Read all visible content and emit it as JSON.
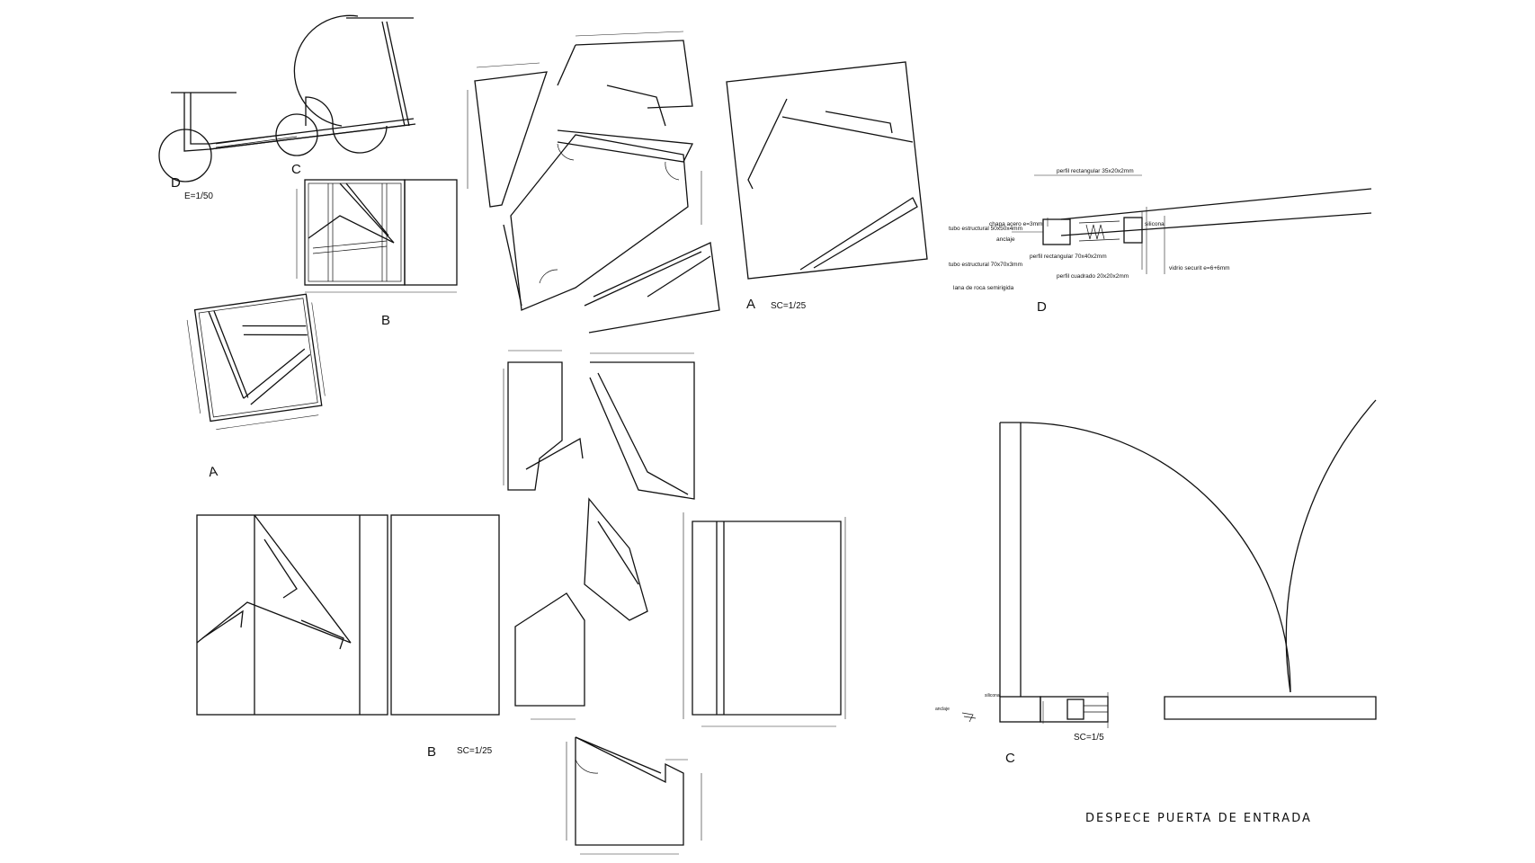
{
  "sheet_title": "DESPECE PUERTA DE ENTRADA",
  "site_plan": {
    "label_d": "D",
    "label_c": "C",
    "scale": "E=1/50"
  },
  "views": {
    "a_small_label": "A",
    "b_small_label": "B",
    "a_large_label": "A",
    "a_large_scale": "SC=1/25",
    "b_large_label": "B",
    "b_large_scale": "SC=1/25",
    "c_label": "C",
    "c_scale": "SC=1/5",
    "d_label": "D"
  },
  "detail_d_notes": {
    "perfil_rect_35": "perfil rectangular 35x20x2mm",
    "chapa": "chapa acero e=3mm",
    "tubo_50": "tubo estructural 50x50x4mm",
    "silicona": "silicona",
    "anclaje": "anclaje",
    "perfil_rect_70": "perfil rectangular 70x40x2mm",
    "tubo_70": "tubo estructural 70x70x3mm",
    "vidrio": "vidrio securit e=6+6mm",
    "perfil_cuadrado": "perfil cuadrado 20x20x2mm",
    "lana": "lana de roca semirigida"
  },
  "detail_c_notes": {
    "silicona": "silicona",
    "anclaje": "anclaje"
  }
}
